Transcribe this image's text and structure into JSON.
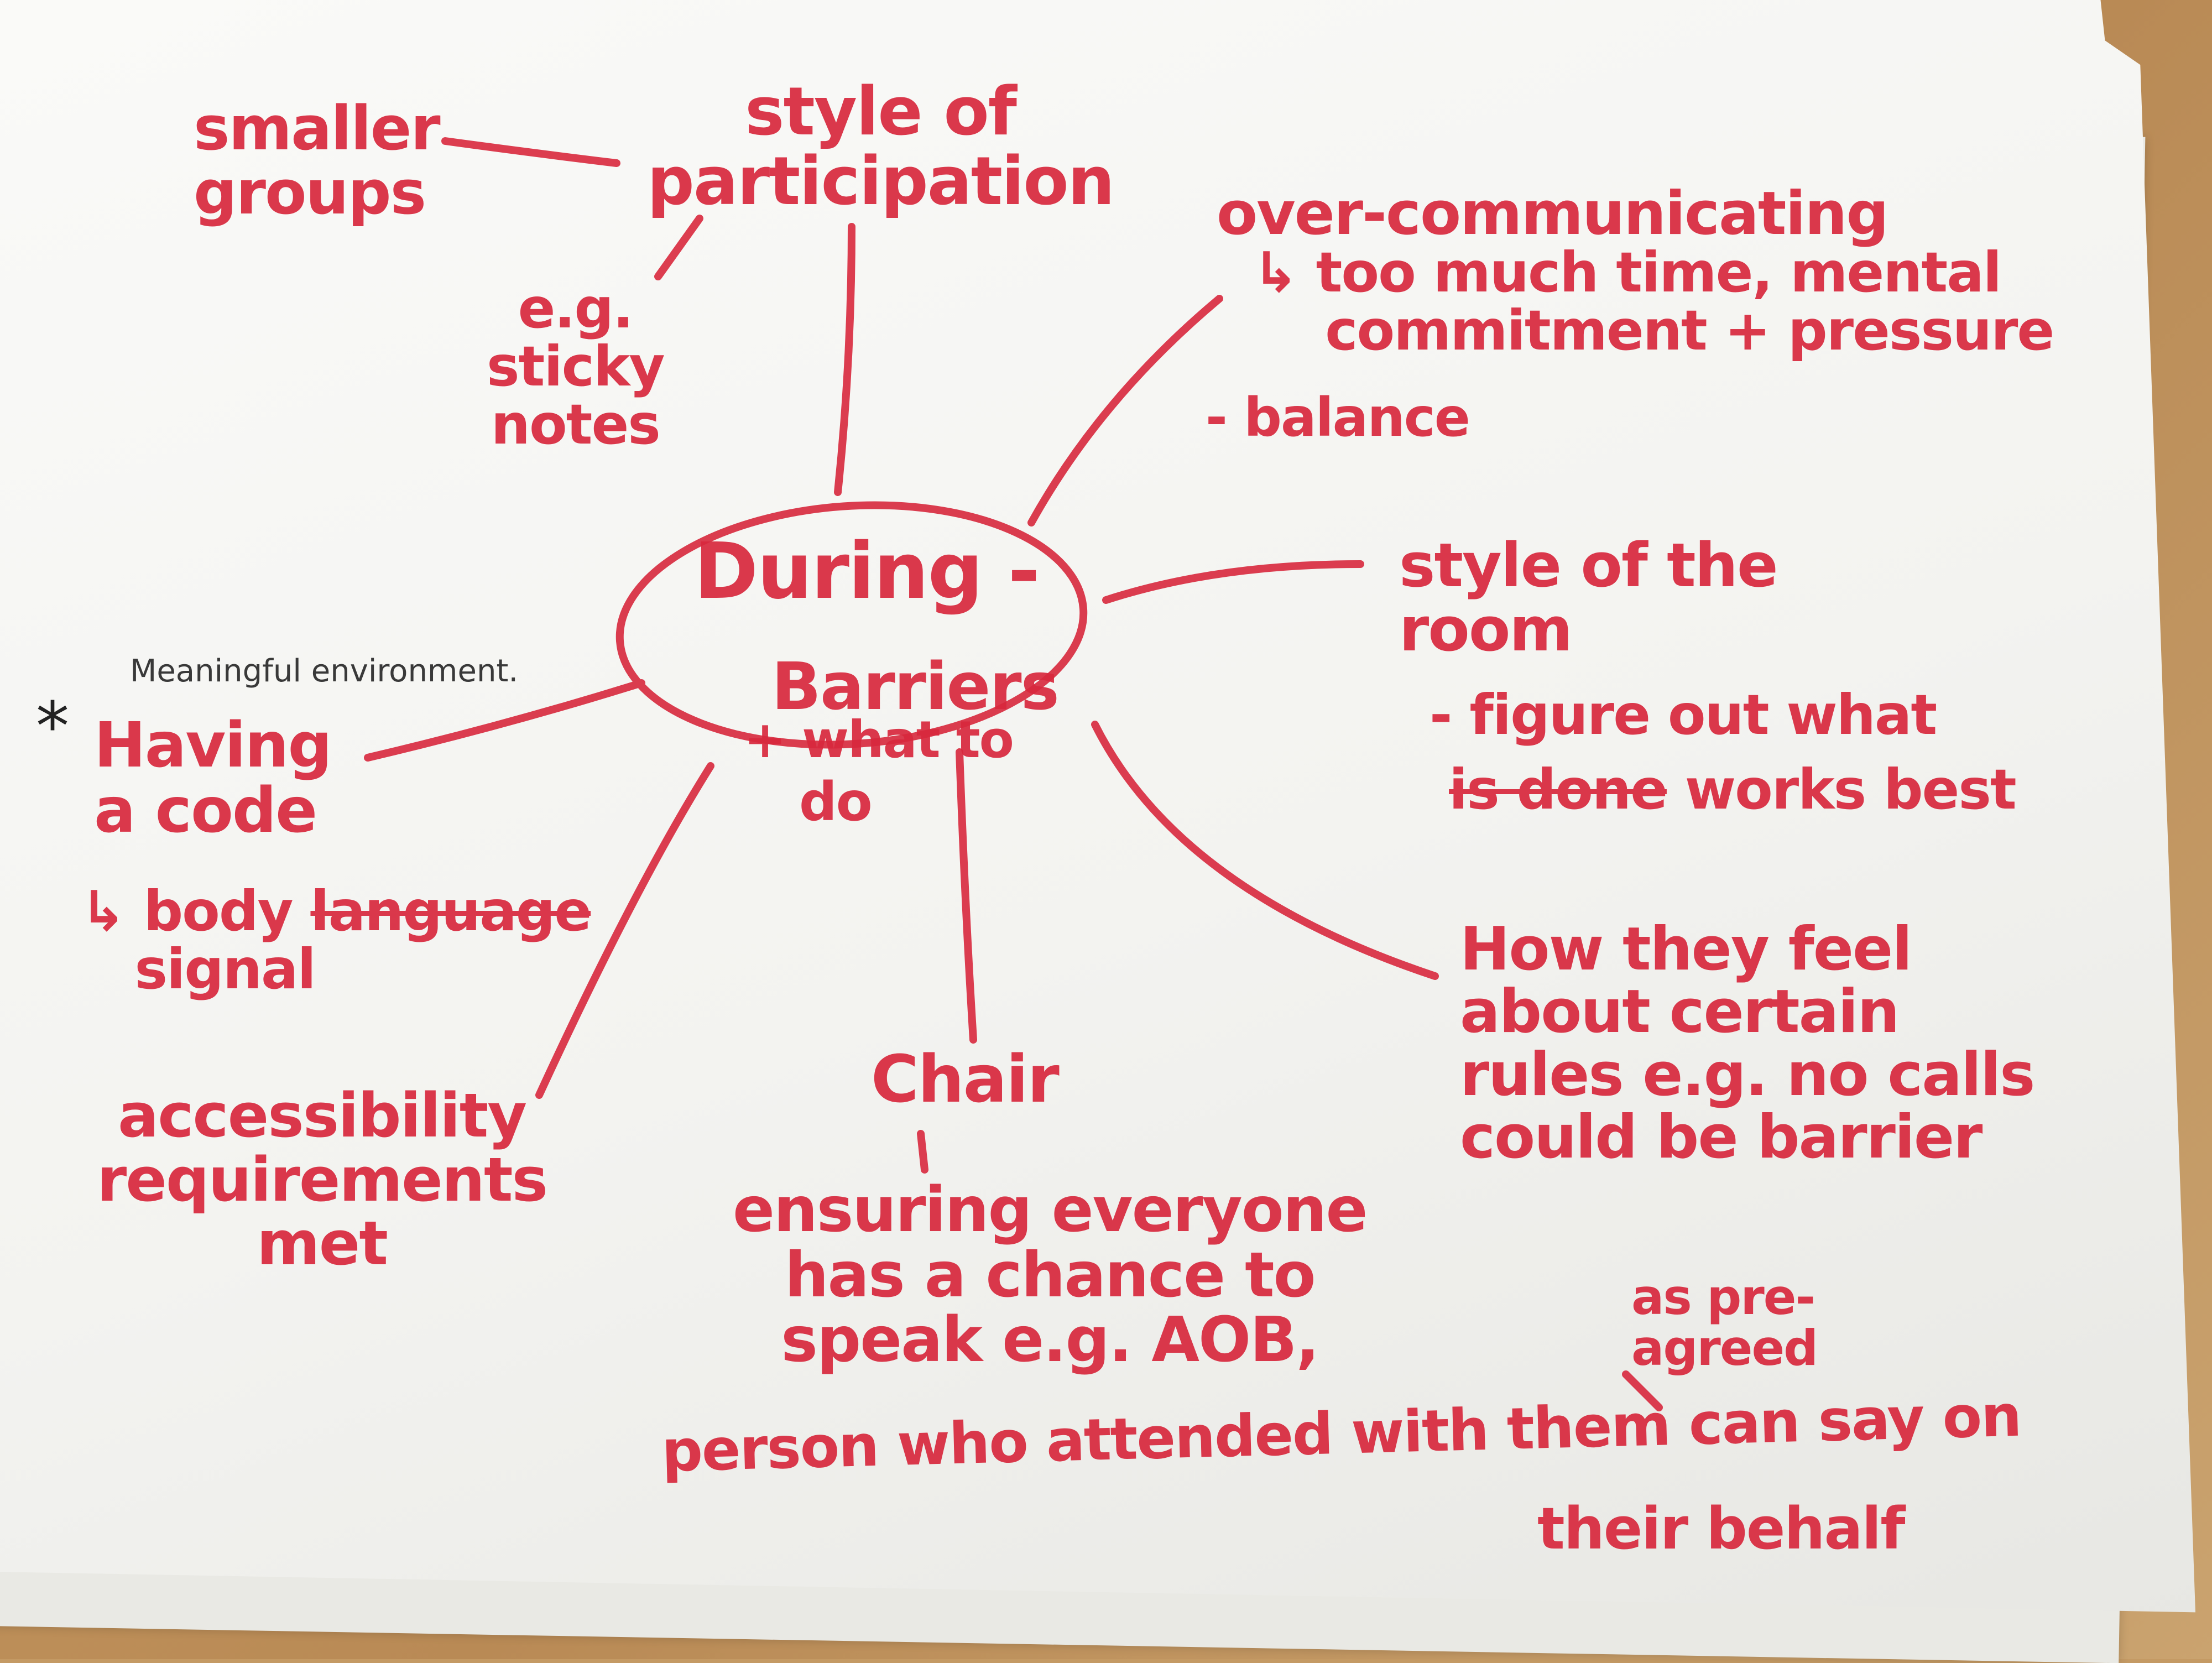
{
  "center": {
    "line1": "During -",
    "line2": "Barriers",
    "line3": "+ what to",
    "line4": "do"
  },
  "branches": {
    "style_participation": {
      "title": "style of\nparticipation"
    },
    "smaller_groups": "smaller\ngroups",
    "sticky_notes": "e.g.\nsticky\nnotes",
    "over_communicating": {
      "title": "over-communicating",
      "detail": "↳ too much time, mental\n    commitment + pressure",
      "balance": "- balance"
    },
    "style_room": {
      "title": "style of the\nroom",
      "detail_a": "- figure out what",
      "detail_strike": "is done",
      "detail_b": " works best"
    },
    "how_they_feel": "How they feel\nabout certain\nrules e.g. no calls\ncould be barrier",
    "chair": {
      "title": "Chair",
      "detail": "ensuring everyone\nhas a chance to\nspeak e.g. AOB,",
      "person": "person who attended with them can say on",
      "behalf": "their behalf",
      "preagreed": "as pre-\nagreed"
    },
    "accessibility": "accessibility\nrequirements\nmet",
    "code": {
      "note": "Meaningful environment.",
      "star": "*",
      "title": "Having\na code",
      "detail_a": "↳ body ",
      "detail_strike": "language",
      "detail_b": "\n   signal"
    }
  },
  "colors": {
    "ink": "#d8283d",
    "pen": "#2a2a2a",
    "paper": "#f7f7f5",
    "desk": "#c49a64"
  }
}
